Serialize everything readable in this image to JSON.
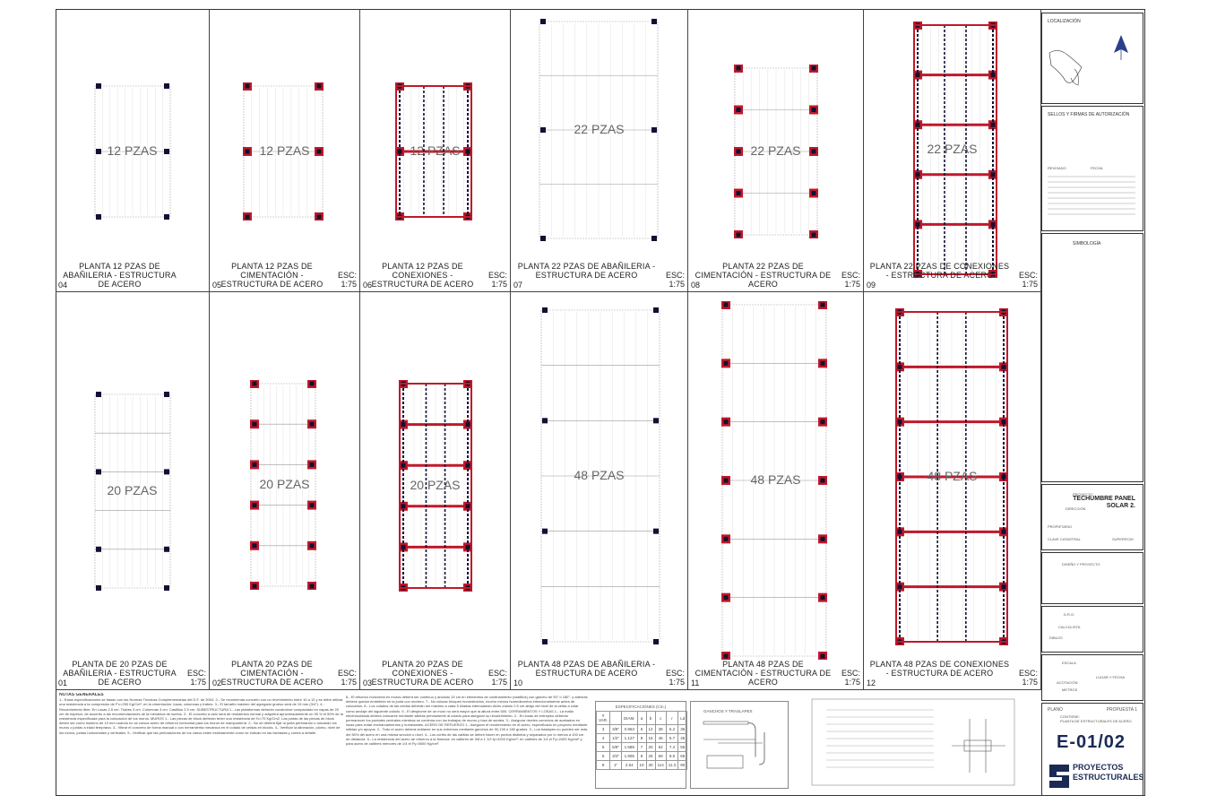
{
  "sheet_code": "E-01/02",
  "panels": [
    {
      "title": "PLANTA 12 PZAS DE ABAÑILERIA - ESTRUCTURA DE ACERO",
      "num": "04",
      "esc": "",
      "pzas": "12 PZAS",
      "type": "aba"
    },
    {
      "title": "PLANTA 12 PZAS DE CIMENTACIÓN - ESTRUCTURA DE ACERO",
      "num": "05",
      "esc": "ESC: 1:75",
      "pzas": "12 PZAS",
      "type": "cim"
    },
    {
      "title": "PLANTA 12 PZAS DE CONEXIONES - ESTRUCTURA DE ACERO",
      "num": "06",
      "esc": "ESC: 1:75",
      "pzas": "12 PZAS",
      "type": "con"
    },
    {
      "title": "PLANTA 22 PZAS DE ABAÑILERIA - ESTRUCTURA DE ACERO",
      "num": "07",
      "esc": "ESC: 1:75",
      "pzas": "22 PZAS",
      "type": "aba"
    },
    {
      "title": "PLANTA 22 PZAS DE CIMENTACIÓN - ESTRUCTURA DE ACERO",
      "num": "08",
      "esc": "ESC: 1:75",
      "pzas": "22 PZAS",
      "type": "cim"
    },
    {
      "title": "PLANTA 22 PZAS DE CONEXIONES - ESTRUCTURA DE ACERO",
      "num": "09",
      "esc": "ESC: 1:75",
      "pzas": "22 PZAS",
      "type": "con"
    },
    {
      "title": "PLANTA DE 20 PZAS DE ABAÑILERIA - ESTRUCTURA DE ACERO",
      "num": "01",
      "esc": "ESC: 1:75",
      "pzas": "20 PZAS",
      "type": "aba"
    },
    {
      "title": "PLANTA 20 PZAS DE CIMENTACIÓN - ESTRUCTURA DE ACERO",
      "num": "02",
      "esc": "ESC: 1:75",
      "pzas": "20 PZAS",
      "type": "cim"
    },
    {
      "title": "PLANTA 20 PZAS DE CONEXIONES - ESTRUCTURA DE ACERO",
      "num": "03",
      "esc": "ESC: 1:75",
      "pzas": "20 PZAS",
      "type": "con"
    },
    {
      "title": "PLANTA 48 PZAS DE ABAÑILERIA - ESTRUCTURA DE ACERO",
      "num": "10",
      "esc": "ESC: 1:75",
      "pzas": "48 PZAS",
      "type": "aba"
    },
    {
      "title": "PLANTA 48 PZAS DE CIMENTACIÓN - ESTRUCTURA DE ACERO",
      "num": "11",
      "esc": "ESC: 1:75",
      "pzas": "48 PZAS",
      "type": "cim"
    },
    {
      "title": "PLANTA 48 PZAS DE CONEXIONES - ESTRUCTURA DE ACERO",
      "num": "12",
      "esc": "ESC: 1:75",
      "pzas": "48 PZAS",
      "type": "con"
    }
  ],
  "notes_title": "NOTAS GENERALES",
  "notes_left": "1.- Estas especificaciones se basan con las Normas Técnicas Complementarias del D.F. de 2004. 2.- Se recomienda concreto con un revenimiento entre 10 a 12 y se debe utilizar una resistencia a la compresión de F'c=250 Kg/Cm², en la cimentación, losas, columnas y trabes. 3.- El tamaño máximo del agregado grueso será de 19 mm (3/4\"). 4.- Recubrimiento libre: En Losas 2.5 cm. Trabes 3 cm. Columnas 3 cm. Castillos 2.5 cm. SUBESTRUCTURA 1.- Las plataformas deberán construirse compactado en capas de 20 cm de espesor, de acuerdo a las recomendaciones de la mecánica de suelos. 2.- El concreto a usar será de resistencia normal y adquirirá aproximadamente un 90 % el 50% de la resistencia especificada para la colocación de los muros. MUROS 1.- Las piezas de block deberán tener una resistencia de f'c=70 Kg/Cm2. Las juntas de las piezas de block deben ser como máximo de 10 mm cuando no se coloca acero de refuerzo horizontal para los muros de mampostería. 2.- No se deberá fijar la junta perforando o clavando los muros o juntas a edad temprana. 3.- Vibrar el concreto de forma manual o con herramienta mecánica en el colado de celdas en blocks. 4.- Verificar la alineación, plomo, nivel de los muros, juntas horizontales y verticales. 5.- Verificar que las perforaciones de los vanos esten estrictamente como se indican en las fachadas y cortes a detalle.",
  "notes_right": "6.- El refuerzo horizontal en muros deberá ser continuo y anclado 15 cm en elementos de confinamiento (castillos) con gancho de 90° ó 180°, y además deberá quedar embebido en la junta con mortero. 7.- No colocar bloques humedecidos, mucho menos humedecerlos intencionalmente antes de colocarlos. 8.- Los colados de las celdas deberán ser máximo a cada 5 hiladas intercalando dicho colado 2.5 cm abajo del nivel de la celda a colar como anclaje del siguiente colado. 9.- El desplome de un muro no será mayor que la altura entre 500. CERRAMIENTOS Y LOSAS 1.- La malla electrosoldada deberá colocarse mediante silletas previamente al colado para asegurar su recubrimiento. 2.- En losas de entrepiso deberán permanecer los puntales centrales mientras se continúa con los trabajos de muros y losa de azotea. 3.- Asegurar niveles correctos de acabados en losas para evitar encharcamientos y humedades. ACERO DE REFUERZO 1.- Asegurar el recubrimiento en el acero, especificado en proyecto mediante silletas y/o apoyos. 2.- Todo el acero deberá doblarse en sus extremos mediante ganchos de 90,135 ó 180 grados. 3.- Los traslapes no pueden ser más del 50% del acero en una misma sección o nivel. 4.- Los cortes de las varillas se deben hacer en puntos distintos y separados por lo menos a 100 cm de distancia. 5.- La resistencia del acero de refuerzo a la fluencia: en calibres de 3/8 a 1 1/2 fy=4200 Kg/cm²; en calibres de 1/4 el Fy=2400 Kg/cm² y para acero de calibres menores de 1/4 el Fy=5000 Kg/cm².",
  "spec_table": {
    "title": "ESPECIFICACIONES (Cm.)",
    "headers": [
      "# VAR.",
      "",
      "DIAM.",
      "a",
      "b",
      "c",
      "r",
      "Ld"
    ],
    "rows": [
      [
        "3",
        "3/8\"",
        "0.953",
        "6",
        "12",
        "38",
        "6.2",
        "35"
      ],
      [
        "4",
        "1/2\"",
        "1.127",
        "8",
        "15",
        "46",
        "5.7",
        "45"
      ],
      [
        "5",
        "5/8\"",
        "1.588",
        "7",
        "20",
        "62",
        "7.4",
        "55"
      ],
      [
        "6",
        "3/4\"",
        "1.905",
        "8",
        "25",
        "69",
        "9.5",
        "65"
      ],
      [
        "8",
        "1\"",
        "2.54",
        "10",
        "30",
        "114",
        "11.3",
        "90"
      ]
    ]
  },
  "ganchos_title": "GANCHOS Y TRASLAPES",
  "localizacion": "LOCALIZACIÓN",
  "sellos": "SELLOS Y FIRMAS DE AUTORIZACIÓN",
  "revisado": "REVISADO",
  "fecha": "FECHA",
  "simbologia": "SIMBOLOGÍA",
  "proyecto_label": "PROYECTO",
  "proyecto_name": "TECHUMBRE PANEL SOLAR 2.",
  "direccion": "DIRECCIÓN",
  "propietario": "PROPIETARIO",
  "clave_catastral": "CLAVE CATASTRAL",
  "superficie": "SUPERFICIE",
  "diseno": "DISEÑO Y PROYECTO",
  "dro": "D.R.O.",
  "calculista": "CALCULISTA",
  "dibujo": "DIBUJO",
  "escala": "ESCALA",
  "lugar_fecha": "LUGAR Y FECHA",
  "acotacion": "ACOTACIÓN",
  "metros": "METROS",
  "plano": "PLANO",
  "propuesta": "PROPUESTA 1",
  "contiene": "CONTIENE:",
  "contiene_val": "PLANTA DE ESTRUCTURALES DE ACERO.",
  "brand": "PROYECTOS ESTRUCTURALES",
  "colors": {
    "steel": "#c0182a",
    "column": "#111133",
    "line": "#444444"
  }
}
